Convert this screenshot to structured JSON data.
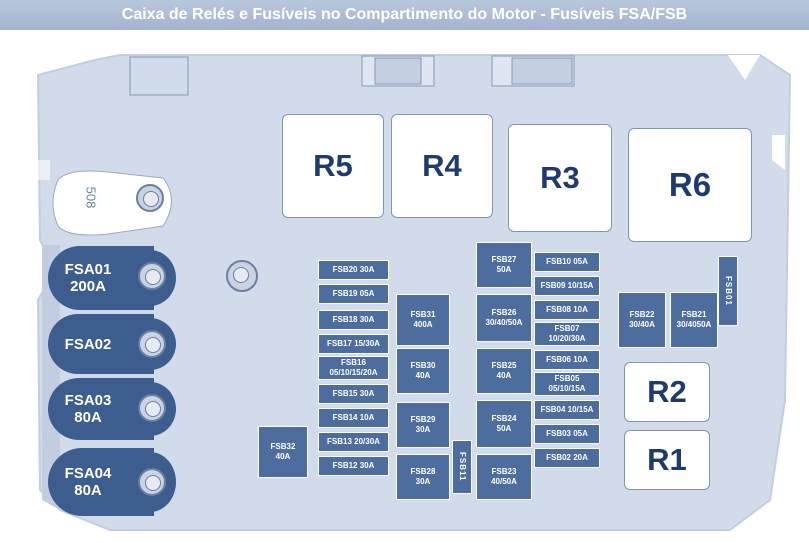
{
  "title": "Caixa de Relés e Fusíveis no Compartimento do Motor - Fusíveis FSA/FSB",
  "colors": {
    "housing": "#d2dbea",
    "fuse": "#4d6d9e",
    "fsa": "#3d5d8f",
    "relay_text": "#1e3a6e"
  },
  "stud_label": "508",
  "relays": {
    "r5": "R5",
    "r4": "R4",
    "r3": "R3",
    "r6": "R6",
    "r2": "R2",
    "r1": "R1"
  },
  "fsa": [
    {
      "name": "FSA01",
      "rating": "200A"
    },
    {
      "name": "FSA02",
      "rating": ""
    },
    {
      "name": "FSA03",
      "rating": "80A"
    },
    {
      "name": "FSA04",
      "rating": "80A"
    }
  ],
  "fsb": {
    "fsb20": "FSB20 30A",
    "fsb19": "FSB19 05A",
    "fsb18": "FSB18 30A",
    "fsb17": "FSB17 15/30A",
    "fsb16_a": "FSB16",
    "fsb16_b": "05/10/15/20A",
    "fsb15": "FSB15 30A",
    "fsb14": "FSB14 10A",
    "fsb13": "FSB13 20/30A",
    "fsb12": "FSB12 30A",
    "fsb31_a": "FSB31",
    "fsb31_b": "400A",
    "fsb30_a": "FSB30",
    "fsb30_b": "40A",
    "fsb29_a": "FSB29",
    "fsb29_b": "30A",
    "fsb28_a": "FSB28",
    "fsb28_b": "30A",
    "fsb11": "FSB11",
    "fsb32_a": "FSB32",
    "fsb32_b": "40A",
    "fsb27_a": "FSB27",
    "fsb27_b": "50A",
    "fsb26_a": "FSB26",
    "fsb26_b": "30/40/50A",
    "fsb25_a": "FSB25",
    "fsb25_b": "40A",
    "fsb24_a": "FSB24",
    "fsb24_b": "50A",
    "fsb23_a": "FSB23",
    "fsb23_b": "40/50A",
    "fsb10": "FSB10 05A",
    "fsb09": "FSB09 10/15A",
    "fsb08": "FSB08 10A",
    "fsb07_a": "FSB07",
    "fsb07_b": "10/20/30A",
    "fsb06": "FSB06 10A",
    "fsb05_a": "FSB05",
    "fsb05_b": "05/10/15A",
    "fsb04": "FSB04 10/15A",
    "fsb03": "FSB03 05A",
    "fsb02": "FSB02 20A",
    "fsb22_a": "FSB22",
    "fsb22_b": "30/40A",
    "fsb21_a": "FSB21",
    "fsb21_b": "30/4050A",
    "fsb01": "FSB01"
  }
}
